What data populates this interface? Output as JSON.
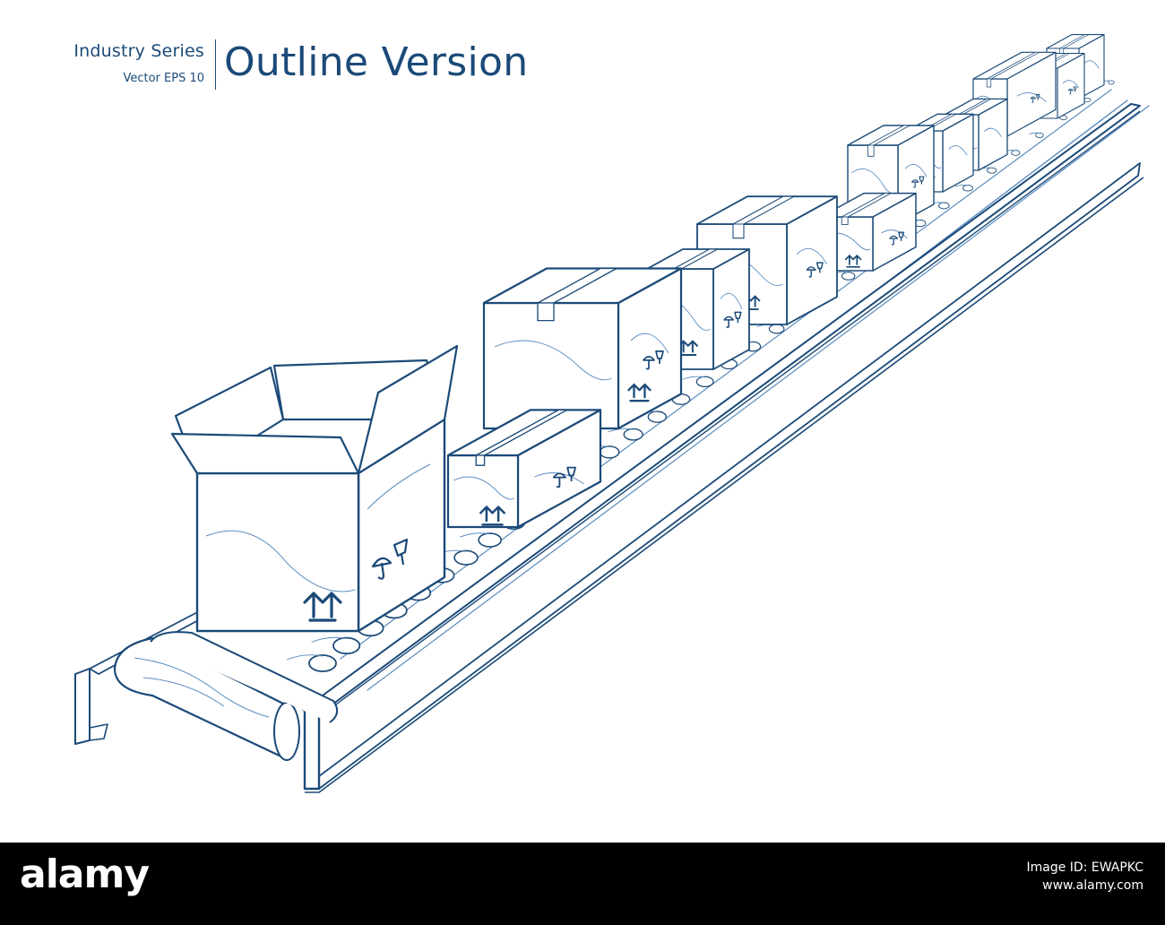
{
  "header": {
    "series": "Industry Series",
    "format": "Vector EPS 10",
    "title": "Outline Version"
  },
  "footer": {
    "logo": "alamy",
    "image_id": "Image ID: EWAPKC",
    "site": "www.alamy.com"
  },
  "colors": {
    "ink": "#1b4a78",
    "light_ink": "#5b8cbf",
    "background": "#ffffff",
    "footer_bg": "#000000",
    "footer_text": "#ffffff"
  },
  "icons": [
    "this-way-up-arrow-icon",
    "fragile-glass-icon",
    "keep-dry-umbrella-icon"
  ]
}
